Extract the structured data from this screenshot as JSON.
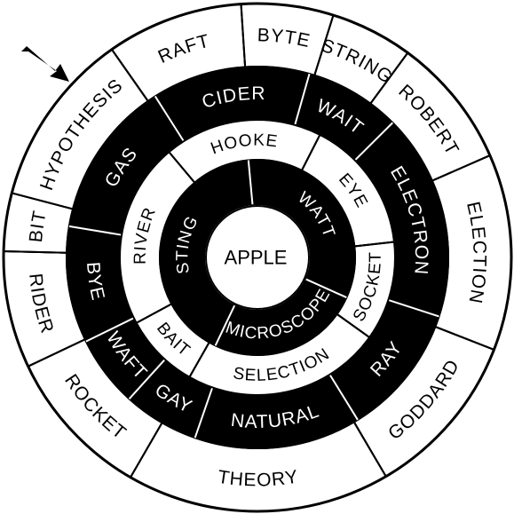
{
  "puzzle": {
    "center_word": "APPLE",
    "colors": {
      "ink": "#000000",
      "paper": "#ffffff"
    },
    "rings": [
      {
        "name": "outer",
        "fill": "white",
        "segments": [
          "RAFT",
          "BYTE",
          "STRING",
          "ROBERT",
          "ELECTION",
          "GODDARD",
          "THEORY",
          "ROCKET",
          "RIDER",
          "BIT",
          "HYPOTHESIS"
        ]
      },
      {
        "name": "third",
        "fill": "black",
        "segments": [
          "CIDER",
          "WAIT",
          "ELECTRON",
          "RAY",
          "NATURAL",
          "GAY",
          "WAFT",
          "BYE",
          "GAS"
        ]
      },
      {
        "name": "second",
        "fill": "white",
        "segments": [
          "HOOKE",
          "EYE",
          "SOCKET",
          "SELECTION",
          "BAIT",
          "RIVER"
        ]
      },
      {
        "name": "inner",
        "fill": "black",
        "segments": [
          "WATT",
          "MICROSCOPE",
          "STING"
        ]
      }
    ],
    "start_marker": "arrow-icon"
  }
}
